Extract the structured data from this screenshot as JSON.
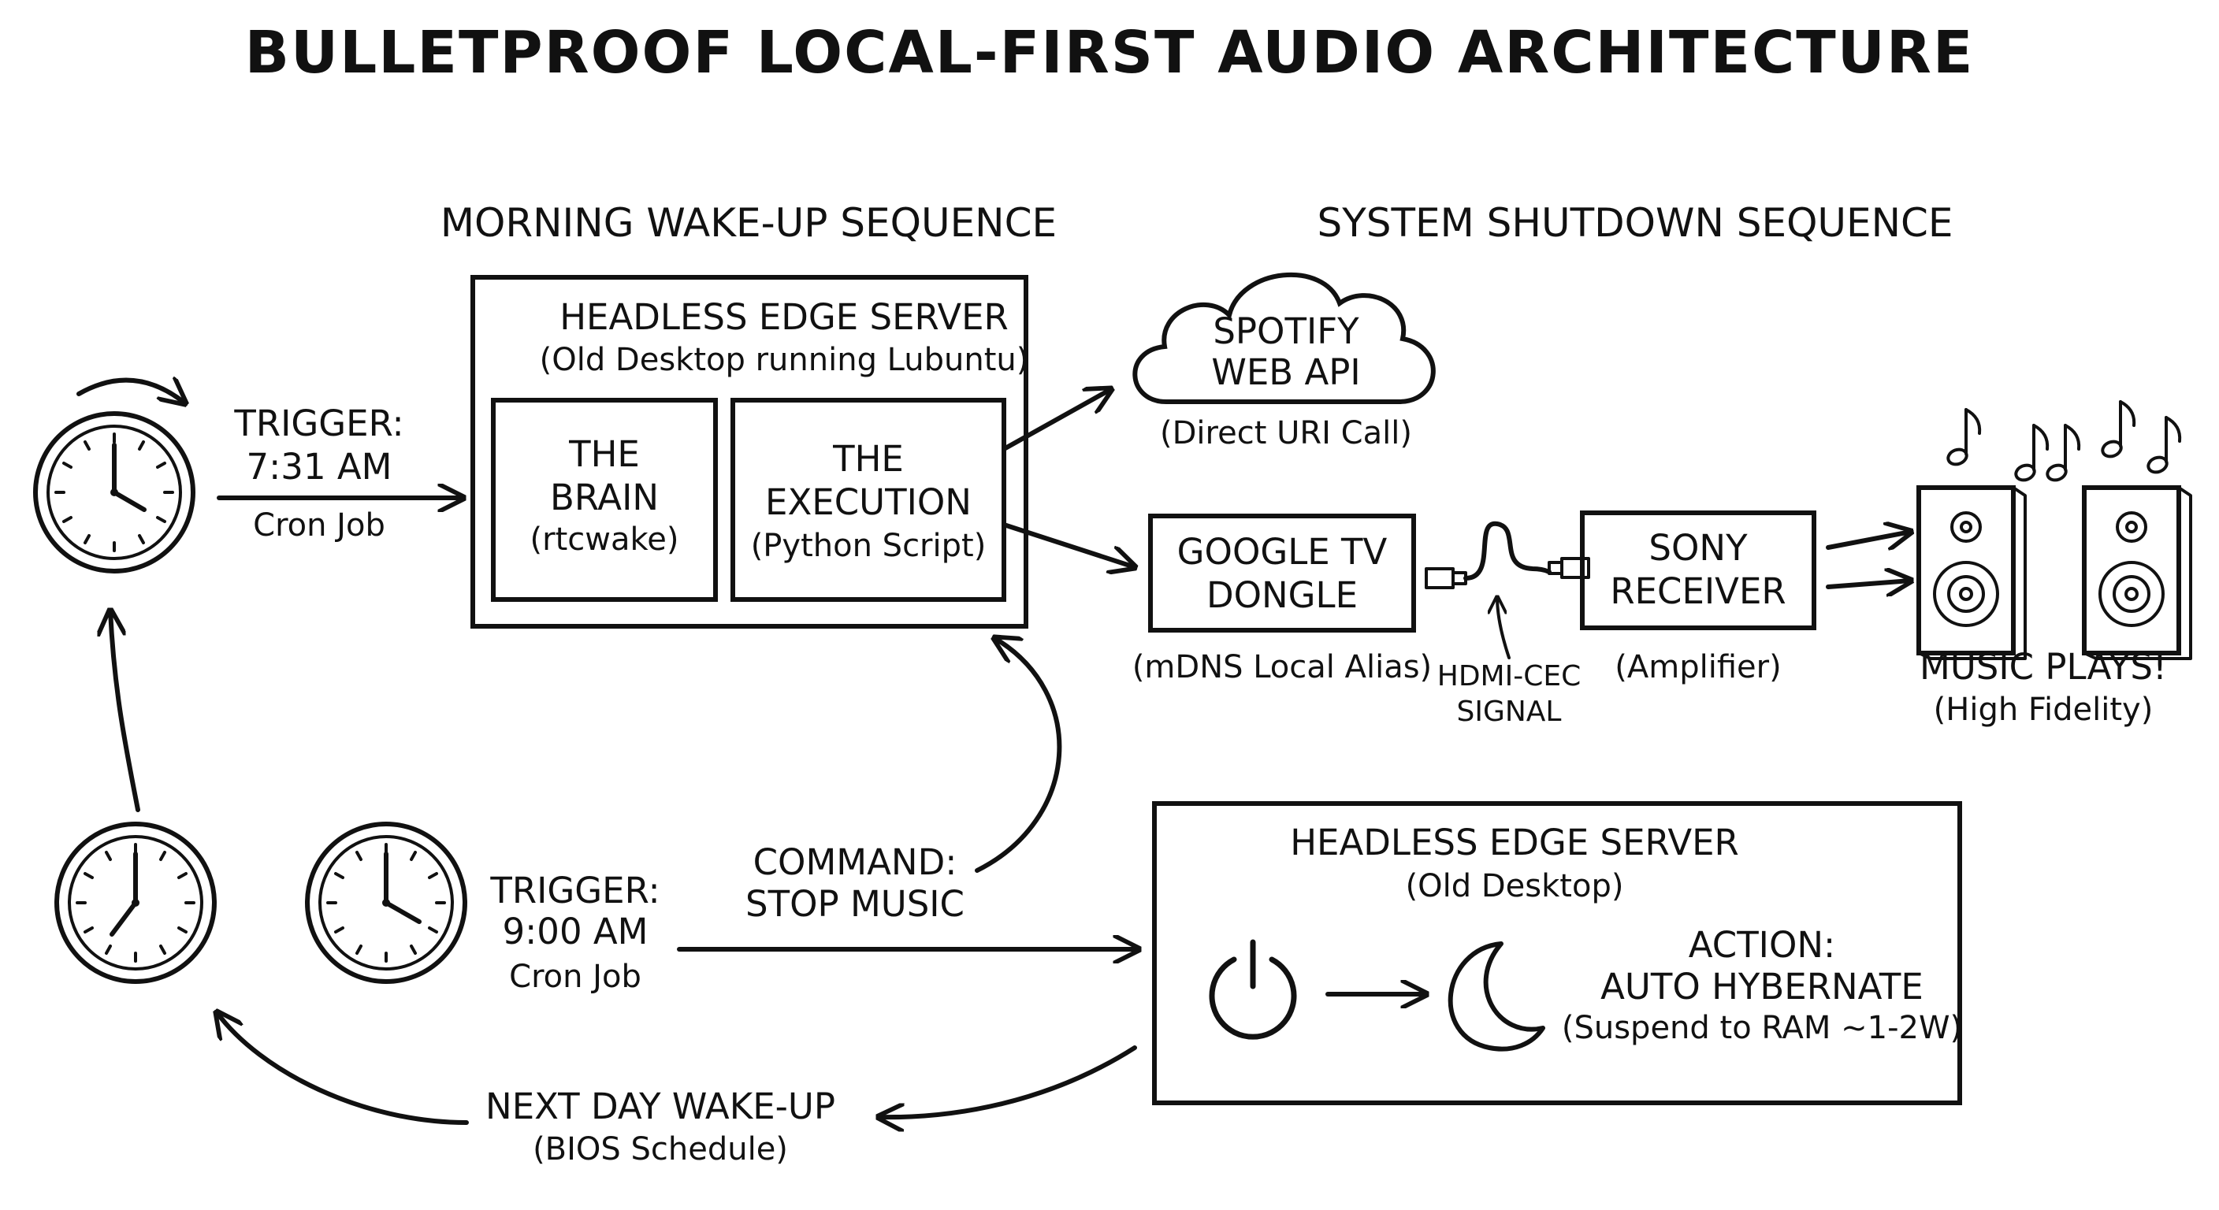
{
  "title": "BULLETPROOF LOCAL-FIRST AUDIO ARCHITECTURE",
  "sections": {
    "wakeup": "MORNING WAKE-UP SEQUENCE",
    "shutdown": "SYSTEM SHUTDOWN SEQUENCE"
  },
  "morning": {
    "trigger": {
      "line1": "TRIGGER:",
      "line2": "7:31 AM",
      "line3": "Cron Job"
    },
    "server": {
      "title": "HEADLESS EDGE SERVER",
      "subtitle": "(Old Desktop running Lubuntu)",
      "brain": {
        "line1": "THE",
        "line2": "BRAIN",
        "line3": "(rtcwake)"
      },
      "execution": {
        "line1": "THE",
        "line2": "EXECUTION",
        "line3": "(Python Script)"
      }
    },
    "spotify": {
      "line1": "SPOTIFY",
      "line2": "WEB API",
      "caption": "(Direct URI Call)"
    },
    "google_tv": {
      "line1": "GOOGLE TV",
      "line2": "DONGLE",
      "caption": "(mDNS Local Alias)"
    },
    "hdmi": {
      "line1": "HDMI-CEC",
      "line2": "SIGNAL"
    },
    "receiver": {
      "line1": "SONY",
      "line2": "RECEIVER",
      "caption": "(Amplifier)"
    },
    "music": {
      "line1": "MUSIC PLAYS!",
      "line2": "(High Fidelity)"
    }
  },
  "shutdown": {
    "trigger": {
      "line1": "TRIGGER:",
      "line2": "9:00 AM",
      "line3": "Cron Job"
    },
    "command": {
      "line1": "COMMAND:",
      "line2": "STOP MUSIC"
    },
    "server": {
      "title": "HEADLESS EDGE SERVER",
      "subtitle": "(Old Desktop)",
      "action_line1": "ACTION:",
      "action_line2": "AUTO HYBERNATE",
      "action_line3": "(Suspend to RAM ~1-2W)"
    },
    "next_day": {
      "line1": "NEXT DAY WAKE-UP",
      "line2": "(BIOS Schedule)"
    }
  },
  "icons": {
    "clock": "clock-icon",
    "power": "power-icon",
    "moon": "moon-icon",
    "cloud": "cloud-icon",
    "speaker": "speaker-icon",
    "music_note": "music-note-icon",
    "cable": "hdmi-cable-icon"
  },
  "colors": {
    "ink": "#111111",
    "background": "#ffffff"
  }
}
